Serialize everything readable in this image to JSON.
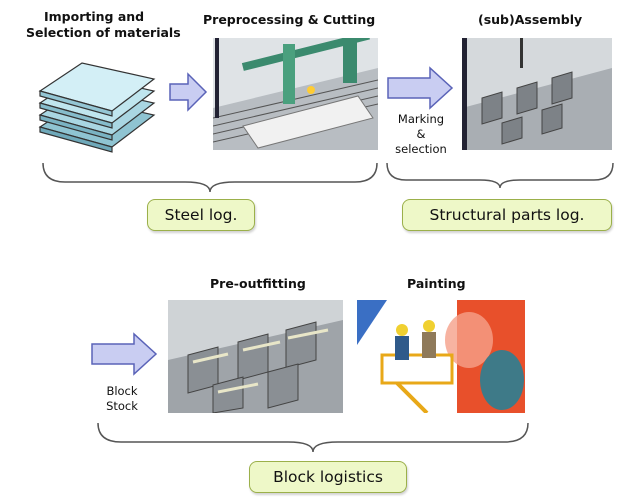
{
  "stages": {
    "importing": "Importing and\nSelection of materials",
    "preprocessing": "Preprocessing & Cutting",
    "subassembly": "(sub)Assembly",
    "preoutfitting": "Pre-outfitting",
    "painting": "Painting"
  },
  "notes": {
    "marking": "Marking\n&\nselection",
    "block_stock": "Block\nStock"
  },
  "groups": {
    "steel_log": "Steel log.",
    "structural_parts_log": "Structural parts log.",
    "block_logistics": "Block logistics"
  },
  "colors": {
    "arrow_fill": "#c9cdf2",
    "arrow_stroke": "#5a63b8",
    "tag_fill": "#eef8c8",
    "tag_border": "#9bb04a",
    "plate": "#bfe5ee"
  }
}
